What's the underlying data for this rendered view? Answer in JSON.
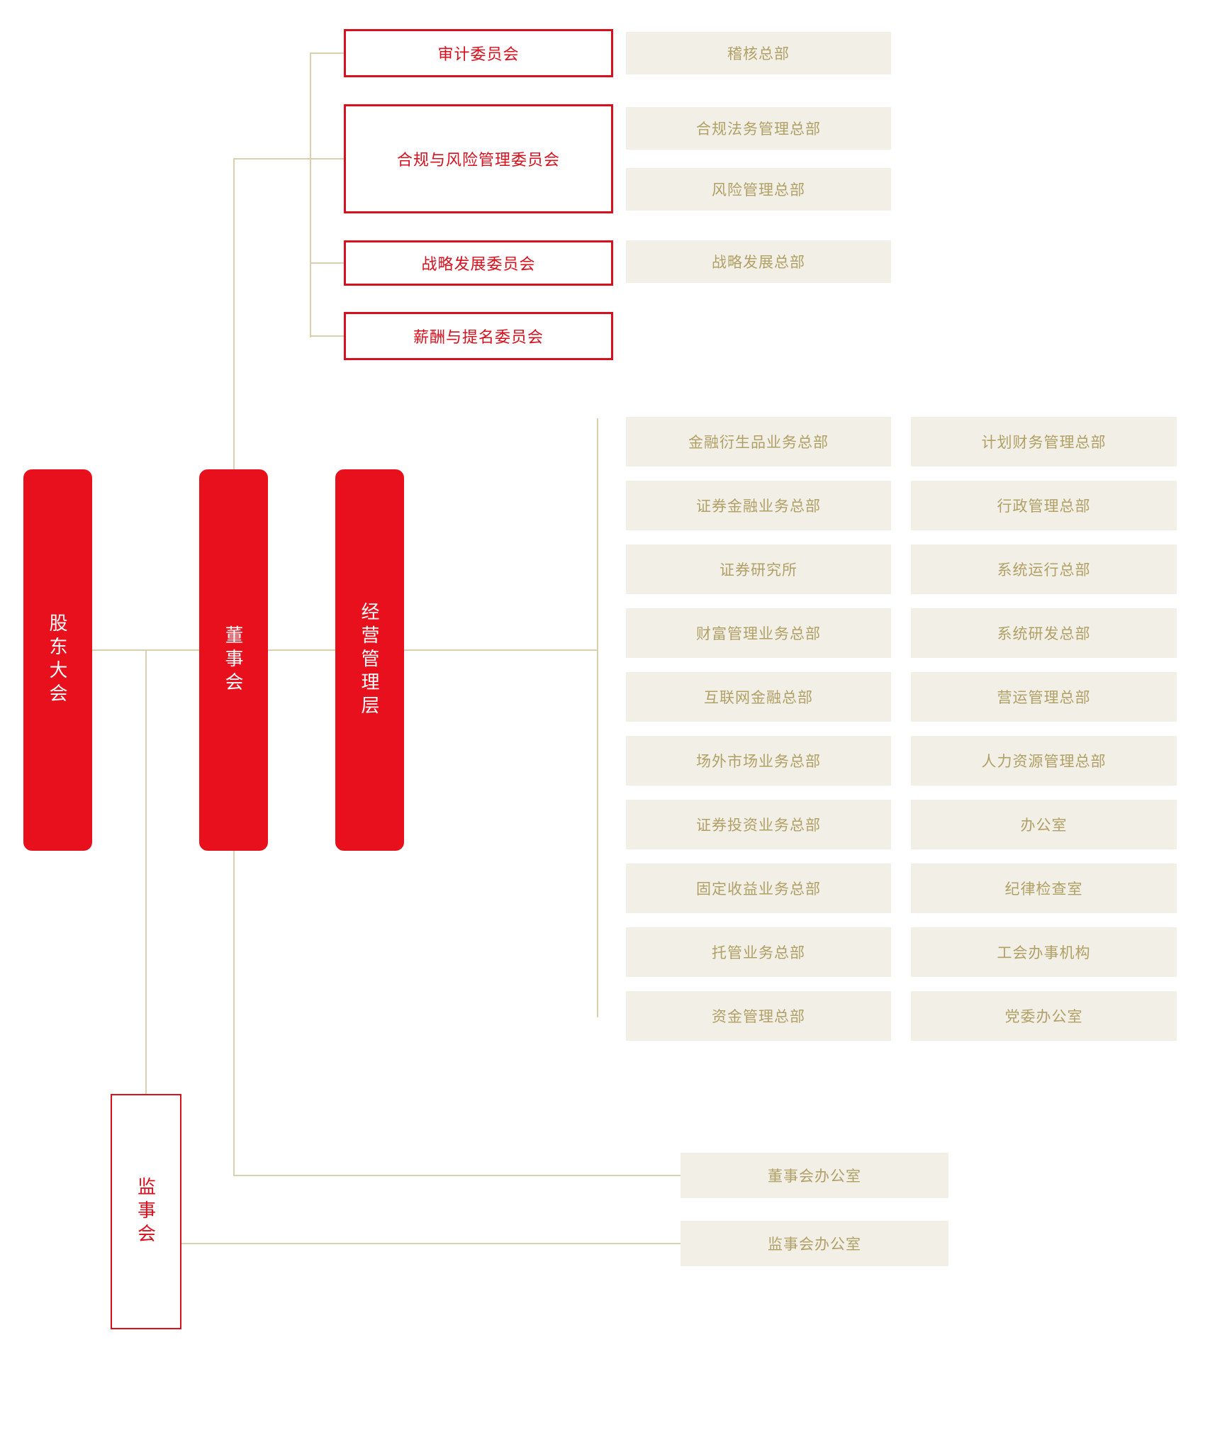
{
  "palette": {
    "red_fill": "#e8101c",
    "red_outline": "#d8101e",
    "red_text": "#d8101e",
    "beige_fill": "#f2efe6",
    "tan_text": "#b1a066",
    "connector_line": "#d9d1ae",
    "bar_text": "#ffffff",
    "background": "#ffffff"
  },
  "org_chart": {
    "governance_bars": [
      "股东大会",
      "董事会",
      "经营管理层"
    ],
    "supervisory_board": "监事会",
    "committees": [
      "审计委员会",
      "合规与风险管理委员会",
      "战略发展委员会",
      "薪酬与提名委员会"
    ],
    "committee_departments": [
      "稽核总部",
      "合规法务管理总部",
      "风险管理总部",
      "战略发展总部"
    ],
    "departments_left": [
      "金融衍生品业务总部",
      "证券金融业务总部",
      "证券研究所",
      "财富管理业务总部",
      "互联网金融总部",
      "场外市场业务总部",
      "证券投资业务总部",
      "固定收益业务总部",
      "托管业务总部",
      "资金管理总部"
    ],
    "departments_right": [
      "计划财务管理总部",
      "行政管理总部",
      "系统运行总部",
      "系统研发总部",
      "营运管理总部",
      "人力资源管理总部",
      "办公室",
      "纪律检查室",
      "工会办事机构",
      "党委办公室"
    ],
    "offices": [
      "董事会办公室",
      "监事会办公室"
    ]
  }
}
